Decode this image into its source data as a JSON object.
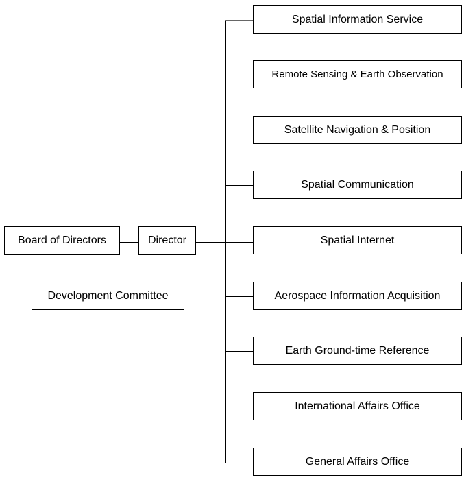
{
  "diagram": {
    "board": "Board of Directors",
    "director": "Director",
    "committee": "Development Committee",
    "departments": [
      "Spatial Information Service",
      "Remote Sensing & Earth Observation",
      "Satellite Navigation & Position",
      "Spatial Communication",
      "Spatial Internet",
      "Aerospace Information Acquisition",
      "Earth Ground-time Reference",
      "International Affairs Office",
      "General Affairs Office"
    ]
  }
}
